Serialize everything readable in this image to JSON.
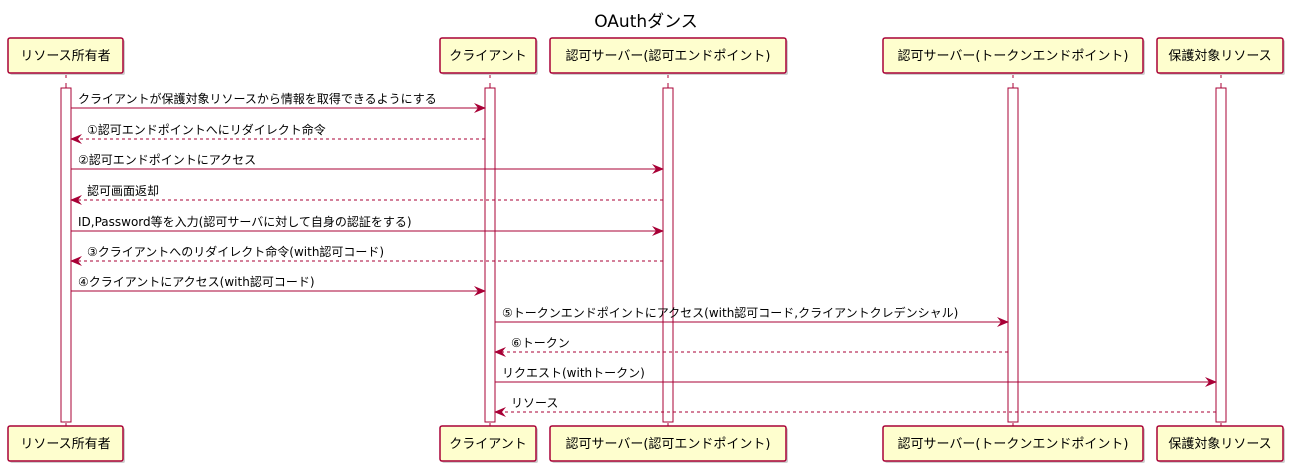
{
  "title": "OAuthダンス",
  "participants": [
    {
      "id": "owner",
      "label": "リソース所有者"
    },
    {
      "id": "client",
      "label": "クライアント"
    },
    {
      "id": "authz",
      "label": "認可サーバー(認可エンドポイント)"
    },
    {
      "id": "token",
      "label": "認可サーバー(トークンエンドポイント)"
    },
    {
      "id": "resource",
      "label": "保護対象リソース"
    }
  ],
  "messages": [
    {
      "from": "owner",
      "to": "client",
      "label": "クライアントが保護対象リソースから情報を取得できるようにする",
      "style": "solid"
    },
    {
      "from": "client",
      "to": "owner",
      "label": "①認可エンドポイントへにリダイレクト命令",
      "style": "dashed"
    },
    {
      "from": "owner",
      "to": "authz",
      "label": "②認可エンドポイントにアクセス",
      "style": "solid"
    },
    {
      "from": "authz",
      "to": "owner",
      "label": "認可画面返却",
      "style": "dashed"
    },
    {
      "from": "owner",
      "to": "authz",
      "label": "ID,Password等を入力(認可サーバに対して自身の認証をする)",
      "style": "solid"
    },
    {
      "from": "authz",
      "to": "owner",
      "label": "③クライアントへのリダイレクト命令(with認可コード)",
      "style": "dashed"
    },
    {
      "from": "owner",
      "to": "client",
      "label": "④クライアントにアクセス(with認可コード)",
      "style": "solid"
    },
    {
      "from": "client",
      "to": "token",
      "label": "⑤トークンエンドポイントにアクセス(with認可コード,クライアントクレデンシャル)",
      "style": "solid"
    },
    {
      "from": "token",
      "to": "client",
      "label": "⑥トークン",
      "style": "dashed"
    },
    {
      "from": "client",
      "to": "resource",
      "label": "リクエスト(withトークン)",
      "style": "solid"
    },
    {
      "from": "resource",
      "to": "client",
      "label": "リソース",
      "style": "dashed"
    }
  ],
  "colors": {
    "box_fill": "#FEFECE",
    "box_border": "#A80036",
    "arrow": "#A80036",
    "lifeline": "#A80036",
    "activation_fill": "#FFFFFF",
    "text": "#000000"
  }
}
